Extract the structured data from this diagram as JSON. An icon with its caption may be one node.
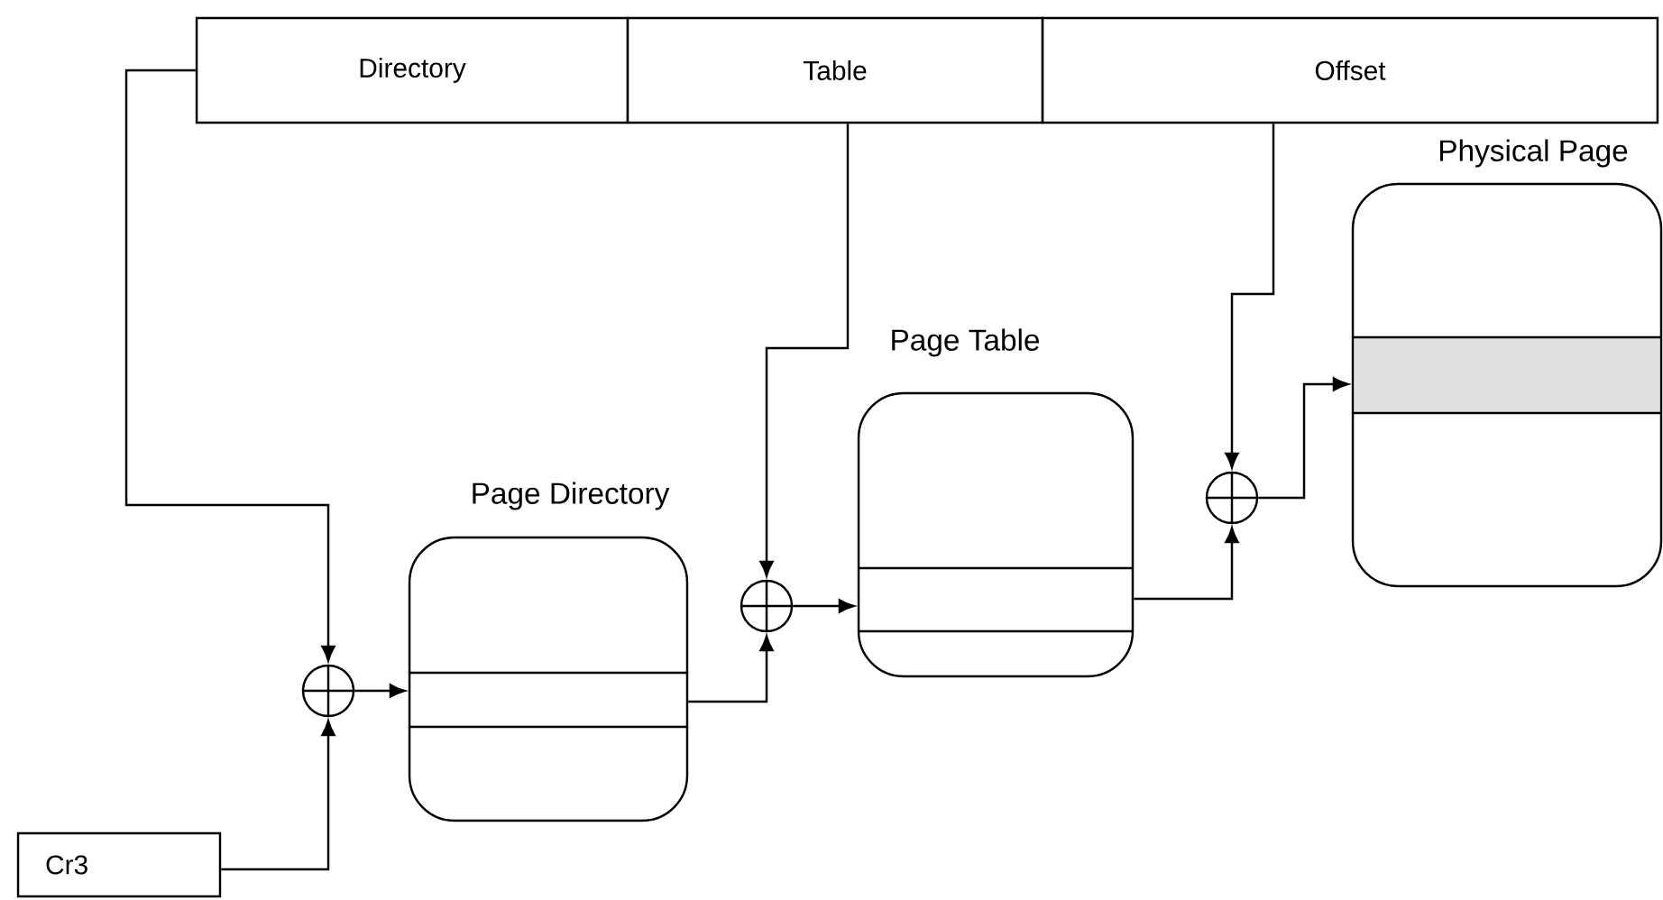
{
  "diagram": {
    "nodes": [
      {
        "text": [
          "Directory"
        ]
      },
      {
        "text": [
          "Table"
        ]
      },
      {
        "text": [
          "Offset"
        ]
      },
      {
        "text": [
          "Cr3"
        ]
      },
      {
        "text": [],
        "shape": "circle"
      },
      {
        "text": [
          "Page Directory"
        ]
      },
      {
        "text": [],
        "shape": "circle"
      },
      {
        "text": [
          "Page Table"
        ]
      },
      {
        "text": [],
        "shape": "circle"
      },
      {
        "text": [
          "Physical Page"
        ]
      }
    ],
    "edges": [
      {
        "from": 0,
        "to": 4,
        "arrow": "to"
      },
      {
        "from": 3,
        "to": 4,
        "arrow": "to"
      },
      {
        "from": 4,
        "to": 5,
        "arrow": "to"
      },
      {
        "from": 5,
        "to": 6,
        "arrow": "to"
      },
      {
        "from": 1,
        "to": 6,
        "arrow": "to"
      },
      {
        "from": 6,
        "to": 7,
        "arrow": "to"
      },
      {
        "from": 7,
        "to": 8,
        "arrow": "to"
      },
      {
        "from": 2,
        "to": 8,
        "arrow": "to"
      },
      {
        "from": 8,
        "to": 9,
        "arrow": "to"
      }
    ]
  }
}
